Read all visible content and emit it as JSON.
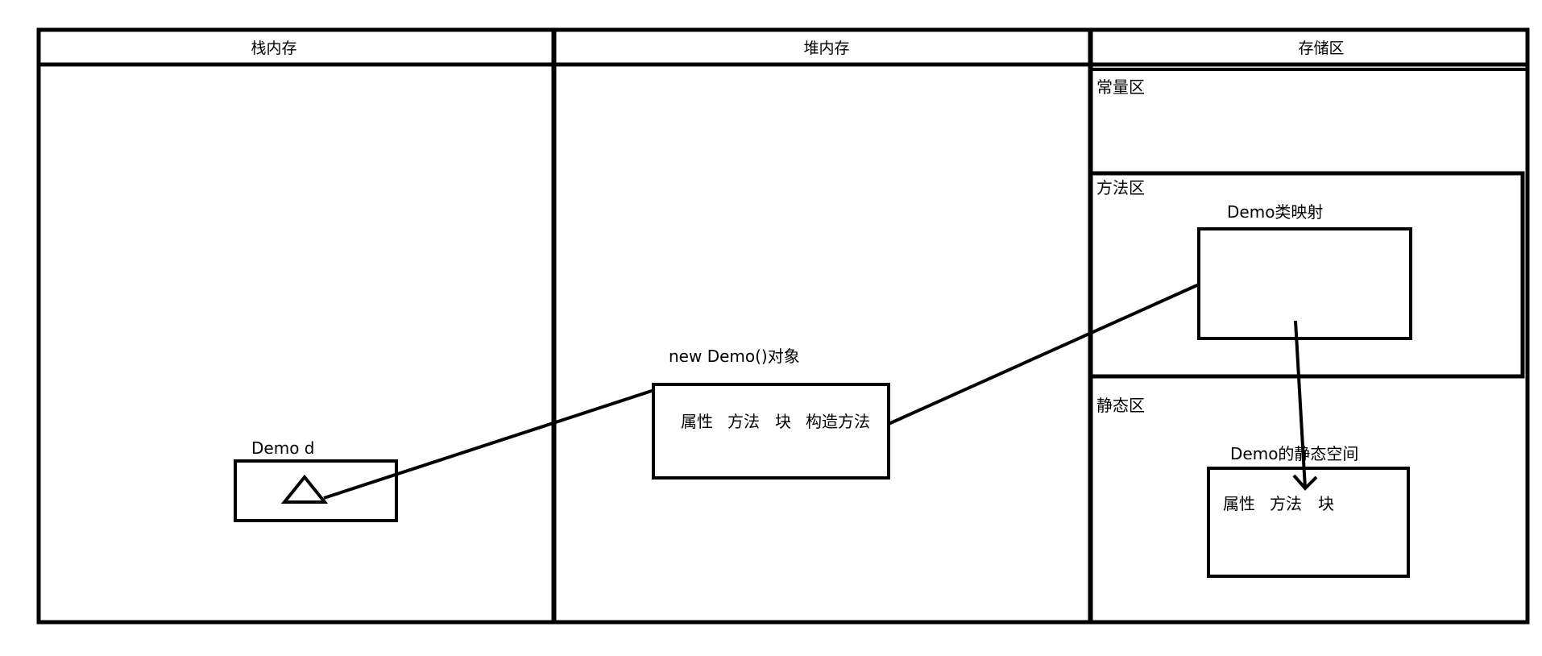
{
  "columns": {
    "stack": {
      "title": "栈内存"
    },
    "heap": {
      "title": "堆内存"
    },
    "storage": {
      "title": "存储区"
    }
  },
  "storage_regions": {
    "constant": "常量区",
    "method": "方法区",
    "static": "静态区"
  },
  "stack_var": {
    "label": "Demo d"
  },
  "heap_object": {
    "label": "new Demo()对象",
    "members": [
      "属性",
      "方法",
      "块",
      "构造方法"
    ]
  },
  "class_mapping": {
    "label": "Demo类映射"
  },
  "static_space": {
    "label": "Demo的静态空间",
    "members": [
      "属性",
      "方法",
      "块"
    ]
  }
}
